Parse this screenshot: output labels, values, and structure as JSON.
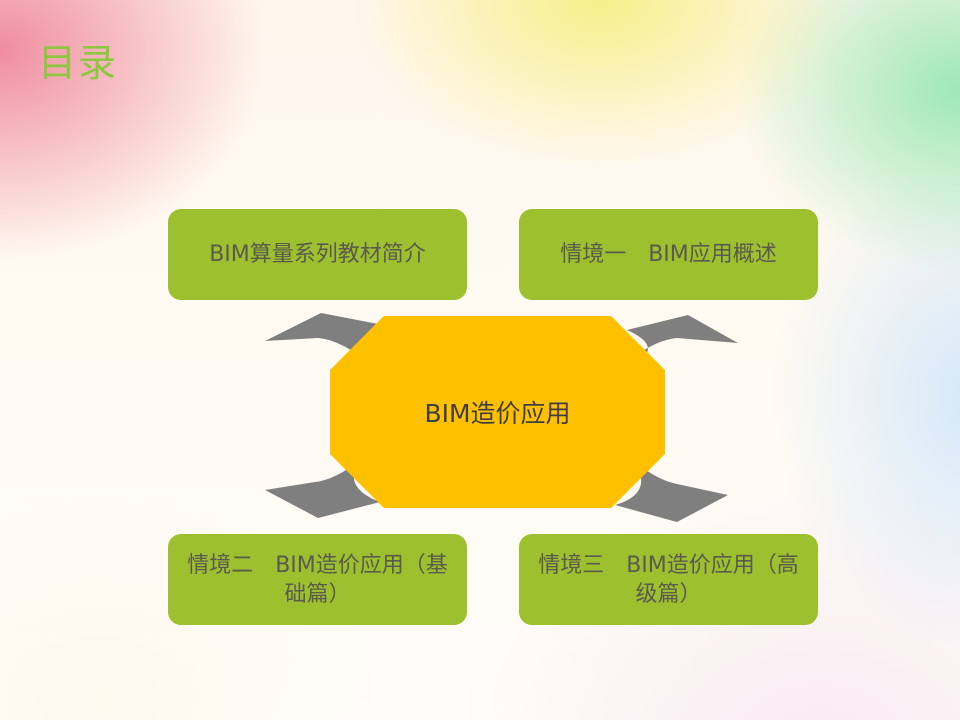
{
  "page": {
    "title": "目录"
  },
  "diagram": {
    "hub_label": "BIM造价应用",
    "boxes": [
      {
        "label": "BIM算量系列教材简介"
      },
      {
        "label": "情境一　BIM应用概述"
      },
      {
        "label": "情境二　BIM造价应用（基础篇）"
      },
      {
        "label": "情境三　BIM造价应用（高级篇）"
      }
    ]
  },
  "colors": {
    "title": "#8dc63f",
    "box_fill": "#9dc12e",
    "hub_fill": "#ffc000",
    "arrow": "#7f7f7f",
    "box_text": "#5a5a4e"
  }
}
